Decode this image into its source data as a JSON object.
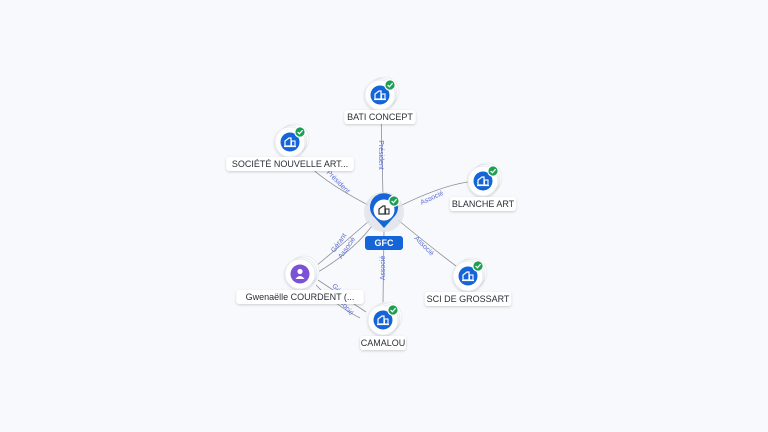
{
  "graph": {
    "center": {
      "label": "GFC",
      "kind": "company",
      "verified": true
    },
    "nodes": [
      {
        "label": "BATI CONCEPT",
        "kind": "company",
        "verified": true
      },
      {
        "label": "SOCIÉTÉ NOUVELLE ART...",
        "kind": "company",
        "verified": true
      },
      {
        "label": "BLANCHE ART",
        "kind": "company",
        "verified": true
      },
      {
        "label": "SCI DE GROSSART",
        "kind": "company",
        "verified": true
      },
      {
        "label": "CAMALOU",
        "kind": "company",
        "verified": true
      },
      {
        "label": "Gwenaëlle COURDENT (...",
        "kind": "person",
        "verified": false
      }
    ],
    "edges": [
      {
        "label": "Président"
      },
      {
        "label": "Président"
      },
      {
        "label": "Associé"
      },
      {
        "label": "Associé"
      },
      {
        "label": "Associé"
      },
      {
        "label": "Gérant"
      },
      {
        "label": "Associé"
      },
      {
        "label": "Gérant"
      },
      {
        "label": "Associé"
      }
    ]
  },
  "colors": {
    "company": "#1565d8",
    "person": "#7b52d6",
    "verified": "#1e9e52",
    "edge": "#8a8f98",
    "edge_label": "#5b6fd1",
    "center_badge": "#1565d8"
  },
  "icons": {
    "company": "building-icon",
    "person": "person-icon",
    "verified": "check-badge-icon",
    "center": "map-pin-icon"
  }
}
